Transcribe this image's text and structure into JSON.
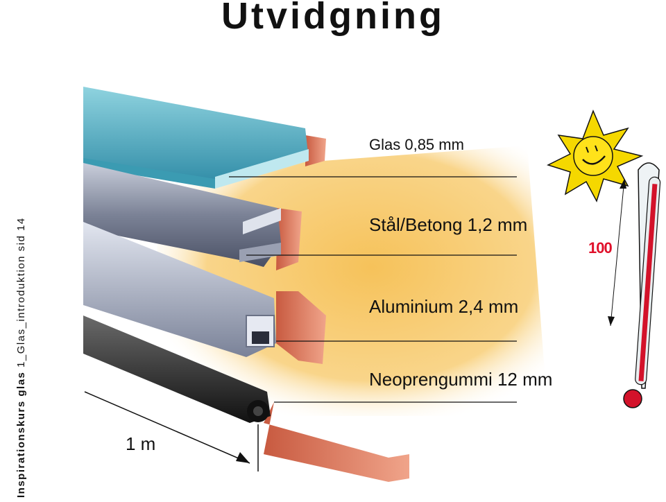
{
  "title": "Utvidgning",
  "side_caption": {
    "bold": "Inspirationskurs glas",
    "rest": " 1_Glas_introduktion sid 14"
  },
  "materials": [
    {
      "label": "Glas 0,85 mm"
    },
    {
      "label": "Stål/Betong 1,2 mm"
    },
    {
      "label": "Aluminium 2,4 mm"
    },
    {
      "label": "Neoprengummi 12 mm"
    }
  ],
  "length_label": "1 m",
  "thermometer_value": "100",
  "colors": {
    "warm_glow": "#f6c25a",
    "brick": "#d9735a",
    "glass": "#5fb8c9",
    "steel": "#8c93a6",
    "aluminium": "#b7bccc",
    "rubber": "#2a2a2a",
    "sun": "#f5d800",
    "thermo_red": "#d3122a"
  }
}
